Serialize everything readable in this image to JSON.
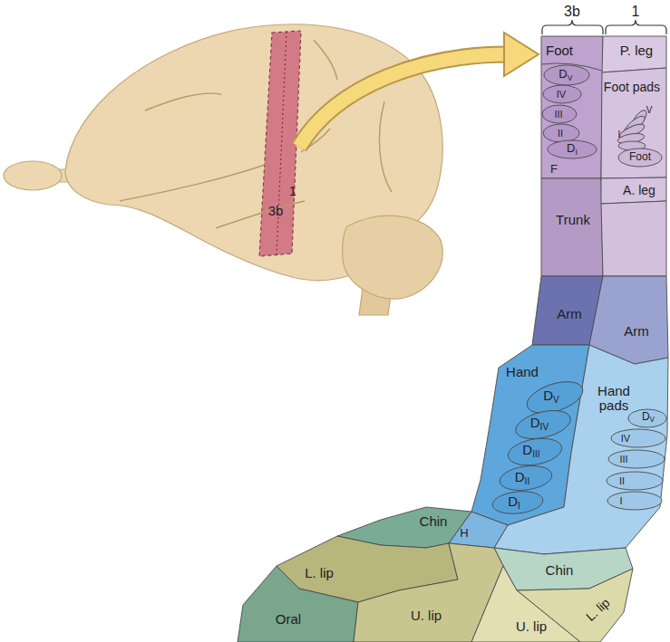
{
  "diagram": {
    "nodes": [
      {
        "text": [
          "Foot"
        ]
      },
      {
        "text": [
          "P. leg"
        ]
      },
      {
        "text": [
          "D",
          "V"
        ]
      },
      {
        "text": [
          "Foot pads"
        ]
      },
      {
        "text": [
          "IV"
        ]
      },
      {
        "text": [
          "V"
        ],
        "in": 3
      },
      {
        "text": [
          "III"
        ]
      },
      {
        "text": [
          "I"
        ],
        "in": 3
      },
      {
        "text": [
          "II"
        ]
      },
      {
        "text": [
          "D",
          "I"
        ]
      },
      {
        "text": [
          "Foot"
        ],
        "in": 3
      },
      {
        "text": [
          "F"
        ]
      },
      {
        "text": [
          "A. leg"
        ]
      },
      {
        "text": [
          "Trunk"
        ]
      },
      {
        "text": [
          "Arm"
        ]
      },
      {
        "text": [
          "Arm"
        ]
      },
      {
        "text": [
          "Hand"
        ]
      },
      {
        "text": [
          "Hand pads"
        ]
      },
      {
        "text": [
          "D",
          "V"
        ]
      },
      {
        "text": [
          "D",
          "V"
        ],
        "in": 17
      },
      {
        "text": [
          "D",
          "IV"
        ]
      },
      {
        "text": [
          "IV"
        ],
        "in": 17
      },
      {
        "text": [
          "D",
          "III"
        ]
      },
      {
        "text": [
          "III"
        ],
        "in": 17
      },
      {
        "text": [
          "D",
          "II"
        ]
      },
      {
        "text": [
          "II"
        ],
        "in": 17
      },
      {
        "text": [
          "D",
          "I"
        ]
      },
      {
        "text": [
          "I"
        ],
        "in": 17
      },
      {
        "text": [
          "H"
        ]
      },
      {
        "text": [
          "Chin"
        ]
      },
      {
        "text": [
          "Chin"
        ]
      },
      {
        "text": [
          "L. lip"
        ]
      },
      {
        "text": [
          "L. lip"
        ]
      },
      {
        "text": [
          "Oral"
        ]
      },
      {
        "text": [
          "U. lip"
        ]
      },
      {
        "text": [
          "U. lip"
        ]
      }
    ],
    "labels": [
      "3b",
      "1",
      "3b",
      "1"
    ]
  }
}
